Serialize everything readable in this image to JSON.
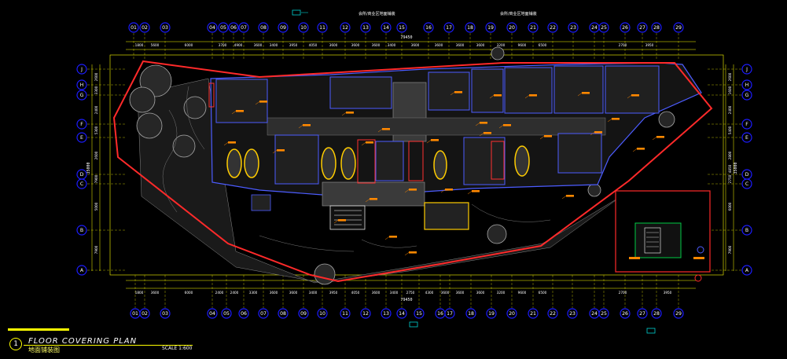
{
  "drawing": {
    "title": "FLOOR  COVERING  PLAN",
    "subtitle": "地面铺装图",
    "sheet_number": "1",
    "scale": "SCALE 1:600"
  },
  "grid": {
    "columns_top": [
      "01",
      "02",
      "03",
      "04",
      "05",
      "06",
      "07",
      "08",
      "09",
      "10",
      "11",
      "12",
      "13",
      "14",
      "15",
      "16",
      "17",
      "18",
      "19",
      "20",
      "21",
      "22",
      "23",
      "24",
      "25",
      "26",
      "27",
      "28",
      "29"
    ],
    "columns_bottom": [
      "01",
      "02",
      "03",
      "04",
      "05",
      "06",
      "07",
      "08",
      "09",
      "10",
      "11",
      "12",
      "13",
      "14",
      "15",
      "16",
      "17",
      "18",
      "19",
      "20",
      "21",
      "22",
      "23",
      "24",
      "25",
      "26",
      "27",
      "28",
      "29"
    ],
    "rows": [
      "J",
      "H",
      "G",
      "F",
      "E",
      "D",
      "C",
      "B",
      "A"
    ]
  },
  "dimensions": {
    "top_total": "79450",
    "bottom_total": "79450",
    "top_spans": [
      "1800",
      "5600",
      "6000",
      "3700",
      "4900",
      "3600",
      "3400",
      "3950",
      "4050",
      "3600",
      "3600",
      "3600",
      "3400",
      "3600",
      "3600",
      "3600",
      "3600",
      "3200",
      "9600",
      "6500",
      "2700",
      "3950"
    ],
    "bottom_spans": [
      "1800",
      "3600",
      "6000",
      "2400",
      "2400",
      "3300",
      "3600",
      "3600",
      "3400",
      "3950",
      "4050",
      "3600",
      "3400",
      "2750",
      "4300",
      "3600",
      "3600",
      "3600",
      "3200",
      "9600",
      "6500",
      "2700",
      "3950"
    ],
    "left_spans": [
      "2600",
      "3300",
      "2400",
      "5300",
      "2600",
      "7900",
      "5000",
      "7900"
    ],
    "left_total": "35000",
    "right_spans": [
      "2600",
      "1600",
      "2400",
      "5400",
      "2800",
      "4850",
      "2750",
      "6000",
      "7900"
    ],
    "right_total": "35000"
  },
  "callouts": {
    "top_left": "会所/商业区地面铺装",
    "top_right": "会所/商业区地面铺装"
  },
  "colors": {
    "background": "#000000",
    "boundary": "#ff2a2a",
    "grid_bubble": "#1c1cff",
    "grid_text": "#ffffff",
    "dimension": "#ffff00",
    "wall": "#4c5cff",
    "accent": "#ff8800",
    "landscape": "#cccccc"
  }
}
